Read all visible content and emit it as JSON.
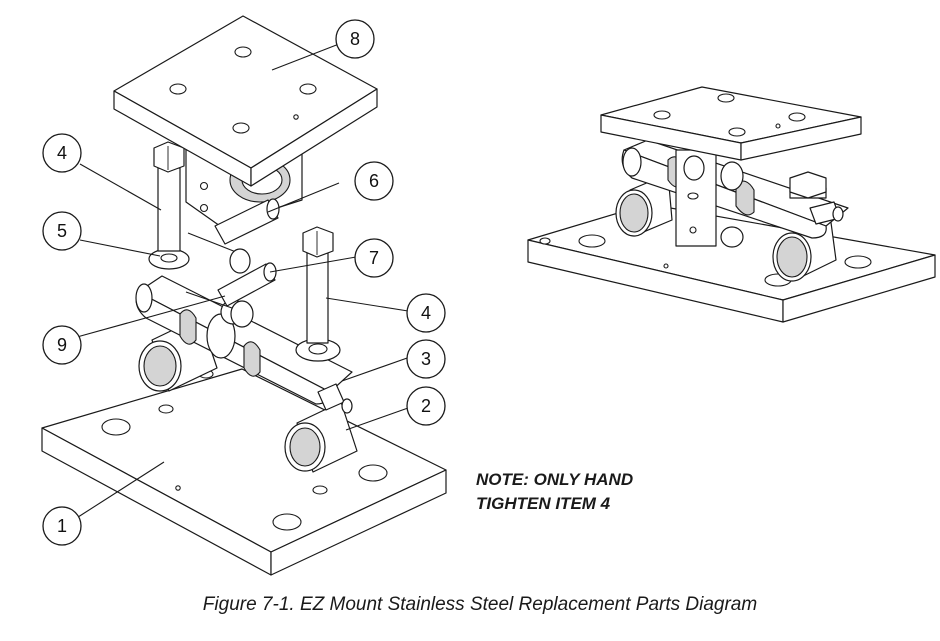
{
  "callouts": {
    "c1": "1",
    "c2": "2",
    "c3": "3",
    "c4a": "4",
    "c4b": "4",
    "c5": "5",
    "c6": "6",
    "c7": "7",
    "c8": "8",
    "c9": "9"
  },
  "note": {
    "line1": "NOTE: ONLY HAND",
    "line2": "TIGHTEN ITEM 4"
  },
  "caption": "Figure 7-1. EZ Mount Stainless Steel Replacement Parts Diagram"
}
